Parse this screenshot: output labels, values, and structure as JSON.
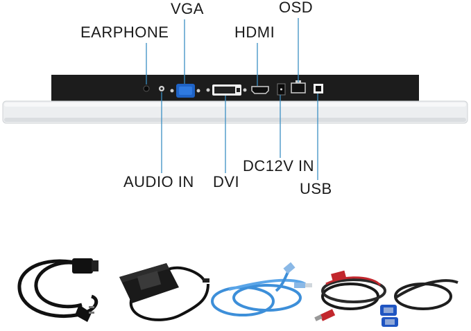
{
  "ports": {
    "vga": "VGA",
    "osd": "OSD",
    "earphone": "EARPHONE",
    "hdmi": "HDMI",
    "dc12v_in": "DC12V IN",
    "audio_in": "AUDIO IN",
    "dvi": "DVI",
    "usb": "USB"
  },
  "colors": {
    "leader_line": "#3a8fc4",
    "panel": "#1c1c1c",
    "bezel": "#eceef0",
    "vga_port": "#1f63c6"
  },
  "accessories": [
    {
      "icon": "power-cord-icon"
    },
    {
      "icon": "power-adapter-icon"
    },
    {
      "icon": "usb-cable-icon"
    },
    {
      "icon": "hdmi-cable-icon"
    },
    {
      "icon": "vga-cable-icon"
    }
  ]
}
